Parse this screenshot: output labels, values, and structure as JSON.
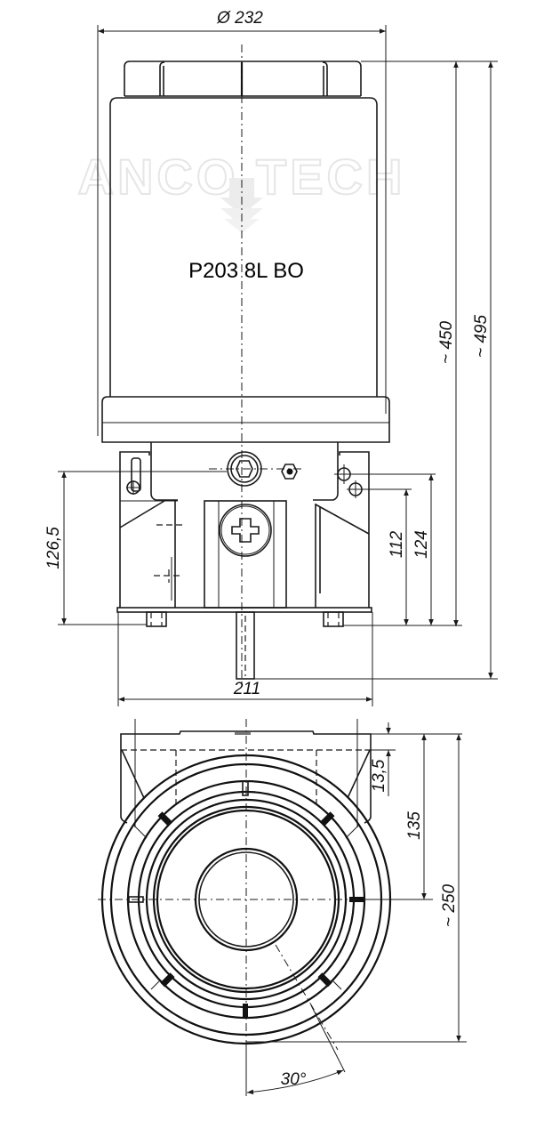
{
  "drawing": {
    "model_label": "P203 8L BO",
    "watermark": "ANCO TECH",
    "colors": {
      "line": "#1a1a1a",
      "watermark": "#e6e6e6",
      "background": "#ffffff"
    }
  },
  "dimensions": {
    "top_diameter": "Ø 232",
    "height_reservoir": "~ 450",
    "height_total": "~ 495",
    "base_height_left": "126,5",
    "outlet_height_lower": "112",
    "outlet_height_upper": "124",
    "base_width": "211",
    "flange_offset": "13,5",
    "flange_depth": "135",
    "overall_depth": "~ 250",
    "outlet_angle": "30°"
  },
  "views": [
    {
      "name": "front-elevation",
      "description": "side view of pump with reservoir"
    },
    {
      "name": "plan-view",
      "description": "top view with concentric rings and outlets"
    }
  ]
}
